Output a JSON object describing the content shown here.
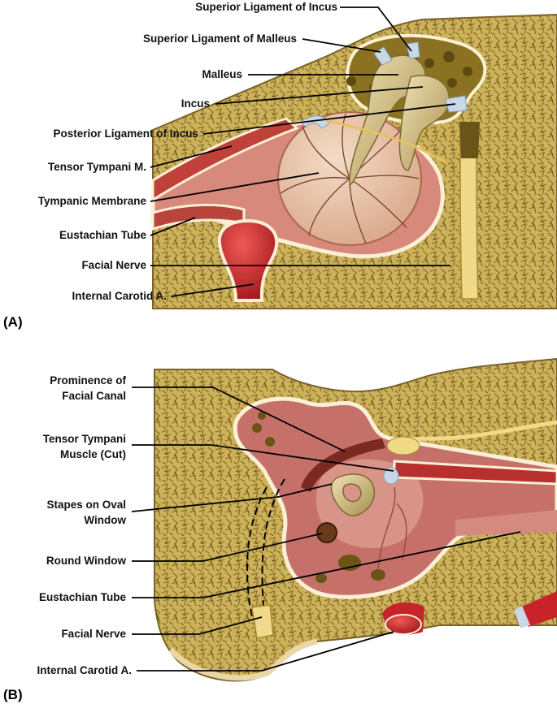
{
  "panel_a": {
    "tag": "(A)",
    "labels": {
      "superior_ligament_incus": "Superior Ligament of Incus",
      "superior_ligament_malleus": "Superior Ligament of Malleus",
      "malleus": "Malleus",
      "incus": "Incus",
      "posterior_ligament_incus": "Posterior Ligament of Incus",
      "tensor_tympani": "Tensor Tympani M.",
      "tympanic_membrane": "Tympanic Membrane",
      "eustachian_tube": "Eustachian Tube",
      "facial_nerve": "Facial Nerve",
      "internal_carotid": "Internal Carotid A."
    }
  },
  "panel_b": {
    "tag": "(B)",
    "labels": {
      "prominence_line1": "Prominence of",
      "prominence_line2": "Facial Canal",
      "tensor_line1": "Tensor Tympani",
      "tensor_line2": "Muscle (Cut)",
      "stapes_line1": "Stapes on Oval",
      "stapes_line2": "Window",
      "round_window": "Round Window",
      "eustachian_tube": "Eustachian Tube",
      "facial_nerve": "Facial Nerve",
      "internal_carotid": "Internal Carotid A."
    }
  },
  "colors": {
    "bone": "#cdb25a",
    "bone_texture": "#8c7430",
    "bone_edge": "#7a6228",
    "cavity": "#c6706a",
    "cavity_light": "#dc9a8e",
    "membrane": "#e9c7ad",
    "ossicle": "#d6c48c",
    "nerve": "#f1d98a",
    "muscle": "#b8302e",
    "artery": "#c8232a",
    "ligament": "#c9d8e6"
  }
}
